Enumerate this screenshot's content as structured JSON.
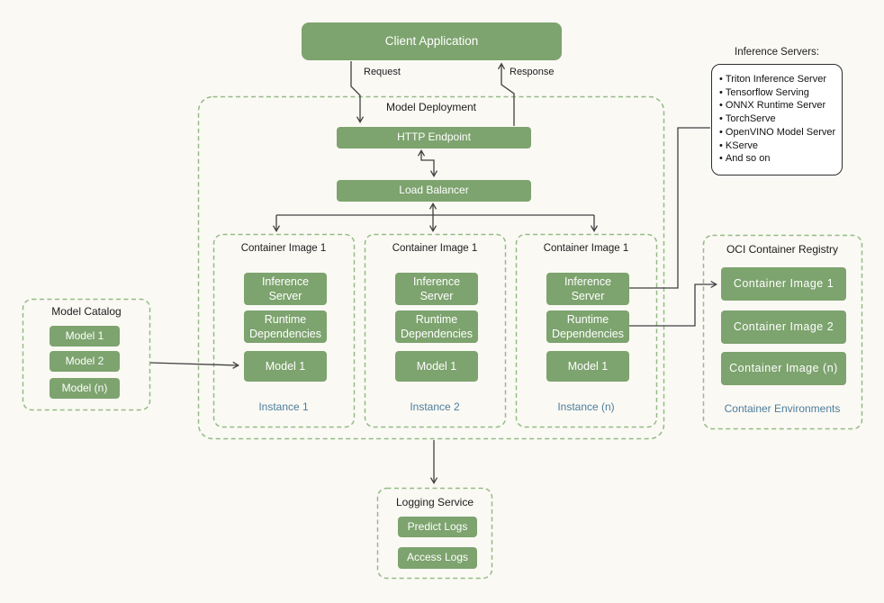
{
  "colors": {
    "node_green": "#7DA36E",
    "dashed_green": "#94BB86",
    "label_teal": "#4C7D9C",
    "background": "#FBF9F4",
    "connector": "#404040"
  },
  "client_application": {
    "label": "Client Application"
  },
  "flow_labels": {
    "request": "Request",
    "response": "Response"
  },
  "model_deployment": {
    "title": "Model Deployment",
    "http_endpoint_label": "HTTP Endpoint",
    "load_balancer_label": "Load Balancer",
    "instances": [
      {
        "title": "Container Image 1",
        "inference_server_label": "Inference Server",
        "runtime_dependencies_label": "Runtime Dependencies",
        "model_label": "Model 1",
        "instance_label": "Instance 1"
      },
      {
        "title": "Container Image 1",
        "inference_server_label": "Inference Server",
        "runtime_dependencies_label": "Runtime Dependencies",
        "model_label": "Model 1",
        "instance_label": "Instance 2"
      },
      {
        "title": "Container Image 1",
        "inference_server_label": "Inference Server",
        "runtime_dependencies_label": "Runtime Dependencies",
        "model_label": "Model 1",
        "instance_label": "Instance (n)"
      }
    ]
  },
  "inference_servers_callout": {
    "title": "Inference Servers:",
    "items": [
      "Triton Inference Server",
      "Tensorflow Serving",
      "ONNX Runtime Server",
      "TorchServe",
      "OpenVINO Model Server",
      "KServe",
      "And so on"
    ]
  },
  "oci_container_registry": {
    "title": "OCI Container Registry",
    "images": [
      "Container Image 1",
      "Container Image 2",
      "Container Image (n)"
    ],
    "footer_label": "Container Environments"
  },
  "model_catalog": {
    "title": "Model Catalog",
    "models": [
      "Model 1",
      "Model 2",
      "Model (n)"
    ]
  },
  "logging_service": {
    "title": "Logging Service",
    "logs": [
      "Predict Logs",
      "Access Logs"
    ]
  }
}
